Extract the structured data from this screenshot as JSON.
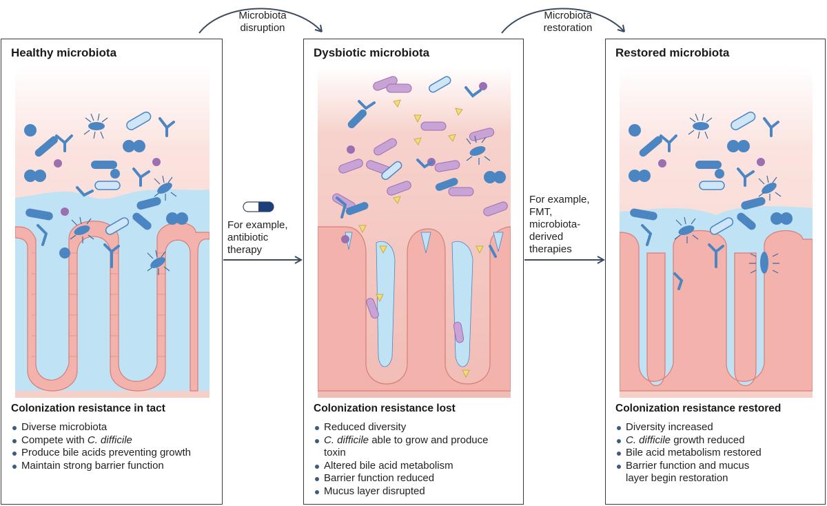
{
  "panels": [
    {
      "title": "Healthy microbiota",
      "status": "Colonization resistance in tact",
      "bullets": [
        {
          "pre": "Diverse microbiota",
          "em": "",
          "post": ""
        },
        {
          "pre": "Compete with ",
          "em": "C. difficile",
          "post": ""
        },
        {
          "pre": "Produce bile acids preventing growth",
          "em": "",
          "post": ""
        },
        {
          "pre": "Maintain strong barrier function",
          "em": "",
          "post": ""
        }
      ]
    },
    {
      "title": "Dysbiotic microbiota",
      "status": "Colonization resistance lost",
      "bullets": [
        {
          "pre": "Reduced diversity",
          "em": "",
          "post": ""
        },
        {
          "pre": "",
          "em": "C. difficile",
          "post": " able to grow and produce toxin"
        },
        {
          "pre": "Altered bile acid metabolism",
          "em": "",
          "post": ""
        },
        {
          "pre": "Barrier function reduced",
          "em": "",
          "post": ""
        },
        {
          "pre": "Mucus layer disrupted",
          "em": "",
          "post": ""
        }
      ]
    },
    {
      "title": "Restored microbiota",
      "status": "Colonization resistance restored",
      "bullets": [
        {
          "pre": "Diversity increased",
          "em": "",
          "post": ""
        },
        {
          "pre": "",
          "em": "C. difficile",
          "post": " growth reduced"
        },
        {
          "pre": "Bile acid metabolism restored",
          "em": "",
          "post": ""
        },
        {
          "pre": "Barrier function and mucus layer begin restoration",
          "em": "",
          "post": ""
        }
      ]
    }
  ],
  "transitions": {
    "top_left": {
      "line1": "Microbiota",
      "line2": "disruption"
    },
    "top_right": {
      "line1": "Microbiota",
      "line2": "restoration"
    },
    "mid_left": {
      "line1": "For example,",
      "line2": "antibiotic",
      "line3": "therapy"
    },
    "mid_right": {
      "line1": "For example,",
      "line2": "FMT,",
      "line3": "microbiota-",
      "line4": "derived",
      "line5": "therapies"
    }
  },
  "icons": {
    "pill": "antibiotic-pill-icon"
  },
  "colors": {
    "mucus": "#bfe3f5",
    "epithelium": "#f3b3ac",
    "epithelium_stroke": "#d57d76",
    "background_tint": "#f8d5d0",
    "bacteria_blue": "#4b85c2",
    "bacteria_light": "#cfe6f8",
    "bacteria_purple": "#b58ac5",
    "toxin_yellow": "#f2dc7e",
    "arrow": "#3b4b5e"
  }
}
